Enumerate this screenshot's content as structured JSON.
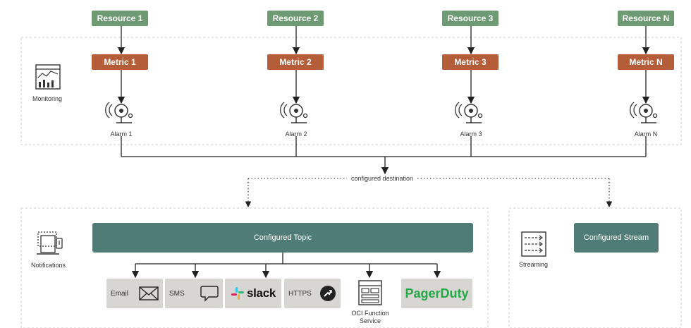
{
  "colors": {
    "resource": "#6e9a73",
    "metric": "#b45d38",
    "topic": "#4f7c76",
    "tile": "#d8d6d2",
    "line": "#222222",
    "dashed_border": "#cfcfcf"
  },
  "resources": [
    {
      "label": "Resource 1"
    },
    {
      "label": "Resource 2"
    },
    {
      "label": "Resource 3"
    },
    {
      "label": "Resource N"
    }
  ],
  "metrics": [
    {
      "label": "Metric 1"
    },
    {
      "label": "Metric 2"
    },
    {
      "label": "Metric 3"
    },
    {
      "label": "Metric N"
    }
  ],
  "alarms": [
    {
      "label": "Alarm 1",
      "icon": "alarm-bell-icon"
    },
    {
      "label": "Alarm 2",
      "icon": "alarm-bell-icon"
    },
    {
      "label": "Alarm 3",
      "icon": "alarm-bell-icon"
    },
    {
      "label": "Alarm N",
      "icon": "alarm-bell-icon"
    }
  ],
  "monitoring": {
    "label": "Monitoring",
    "icon": "monitoring-dashboard-icon"
  },
  "connector": {
    "label": "configured destination"
  },
  "notifications": {
    "label": "Notifications",
    "icon": "notifications-laptop-icon",
    "topic": "Configured Topic",
    "targets": {
      "email": {
        "label": "Email",
        "icon": "envelope-icon"
      },
      "sms": {
        "label": "SMS",
        "icon": "chat-bubble-icon"
      },
      "slack": {
        "label": "slack",
        "icon": "slack-logo-icon"
      },
      "https": {
        "label": "HTTPS",
        "icon": "https-endpoint-icon"
      },
      "function": {
        "label": "OCI Function Service",
        "icon": "function-service-icon"
      },
      "pagerduty": {
        "label": "PagerDuty",
        "icon": "pagerduty-logo-icon"
      }
    }
  },
  "streaming": {
    "label": "Streaming",
    "icon": "stream-icon",
    "stream": "Configured Stream"
  }
}
